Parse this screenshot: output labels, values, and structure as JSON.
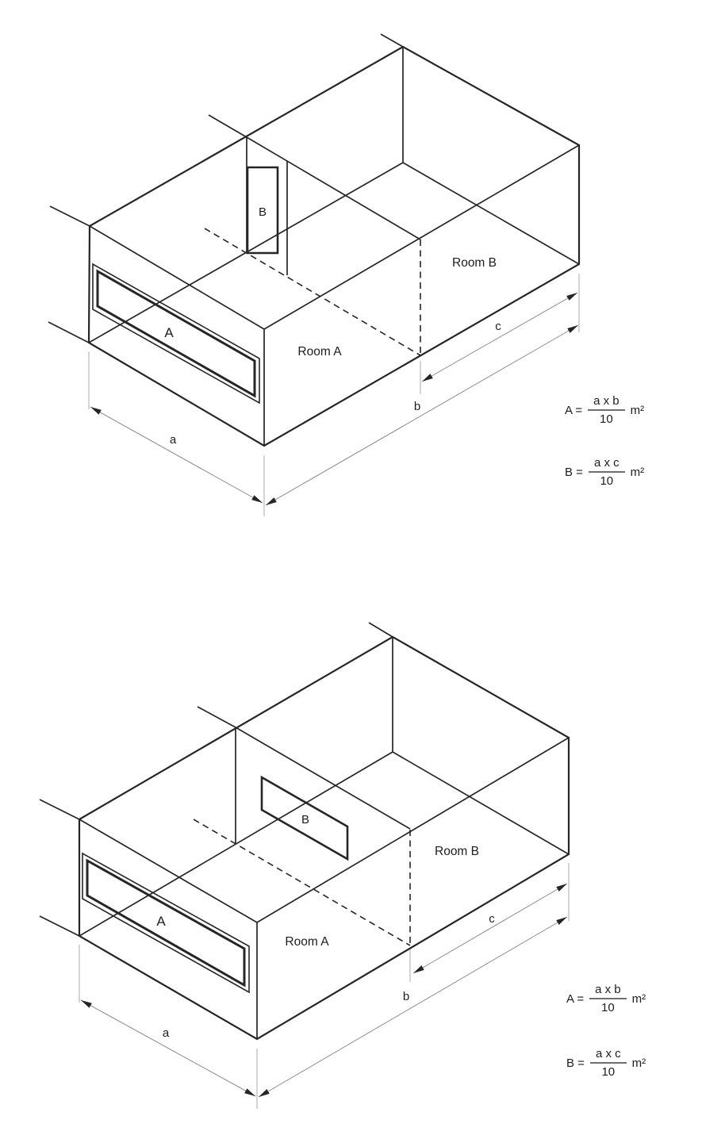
{
  "colors": {
    "line": "#262626",
    "dim": "#8c8c8c",
    "ext": "#b9b9b9",
    "bar": "#6f6f6f",
    "text": "#1d1d1d"
  },
  "diagrams": [
    {
      "name": "top-isometric-room-diagram-vertical-opening",
      "room_a": "Room A",
      "room_b": "Room B",
      "opening_a": "A",
      "opening_b": "B",
      "dim_a": "a",
      "dim_b": "b",
      "dim_c": "c",
      "formulas": [
        {
          "lhs": "A =",
          "num": "a x b",
          "den": "10",
          "unit": "m²"
        },
        {
          "lhs": "B =",
          "num": "a x c",
          "den": "10",
          "unit": "m²"
        }
      ]
    },
    {
      "name": "bottom-isometric-room-diagram-horizontal-opening",
      "room_a": "Room A",
      "room_b": "Room B",
      "opening_a": "A",
      "opening_b": "B",
      "dim_a": "a",
      "dim_b": "b",
      "dim_c": "c",
      "formulas": [
        {
          "lhs": "A =",
          "num": "a x b",
          "den": "10",
          "unit": "m²"
        },
        {
          "lhs": "B =",
          "num": "a x c",
          "den": "10",
          "unit": "m²"
        }
      ]
    }
  ]
}
